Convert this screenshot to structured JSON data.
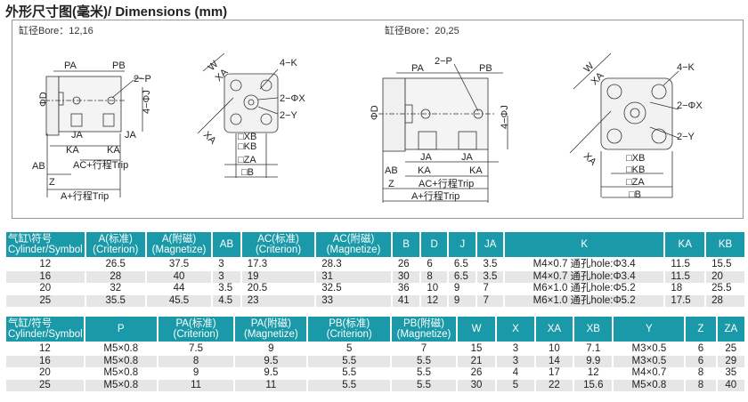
{
  "title": "外形尺寸图(毫米)/ Dimensions (mm)",
  "drawings": {
    "left": {
      "bore_label": "缸径Bore：12,16",
      "side": {
        "PA": "PA",
        "PB": "PB",
        "P": "2−P",
        "D": "ΦD",
        "J": "4−ΦJ",
        "JA1": "JA",
        "JA2": "JA",
        "KA1": "KA",
        "KA2": "KA",
        "AB": "AB",
        "AC": "AC+行程Trip",
        "Z": "Z",
        "A": "A+行程Trip"
      },
      "front": {
        "W": "W",
        "XA1": "XA",
        "K": "4−K",
        "X": "2−ΦX",
        "Y": "2−Y",
        "XA2": "XA",
        "XB": "□XB",
        "KB": "□KB",
        "ZA": "□ZA",
        "B": "□B"
      }
    },
    "right": {
      "bore_label": "缸径Bore：20,25",
      "side": {
        "PA": "PA",
        "PB": "PB",
        "P": "2−P",
        "D": "ΦD",
        "J": "4−ΦJ",
        "JA1": "JA",
        "JA2": "JA",
        "KA1": "KA",
        "KA2": "KA",
        "AB": "AB",
        "AC": "AC+行程Trip",
        "Z": "Z",
        "A": "A+行程Trip"
      },
      "front": {
        "W": "W",
        "XA1": "XA",
        "K": "4−K",
        "X": "2−ΦX",
        "Y": "2−Y",
        "XA2": "XA",
        "XB": "□XB",
        "KB": "□KB",
        "ZA": "□ZA",
        "B": "□B"
      }
    }
  },
  "table1": {
    "headers": [
      [
        "气缸\\符号",
        "Cylinder/Symbol"
      ],
      [
        "A(标准)",
        "(Criterion)"
      ],
      [
        "A(附磁)",
        "(Magnetize)"
      ],
      [
        "AB",
        ""
      ],
      [
        "AC(标准)",
        "(Criterion)"
      ],
      [
        "AC(附磁)",
        "(Magnetize)"
      ],
      [
        "B",
        ""
      ],
      [
        "D",
        ""
      ],
      [
        "J",
        ""
      ],
      [
        "JA",
        ""
      ],
      [
        "K",
        ""
      ],
      [
        "KA",
        ""
      ],
      [
        "KB",
        ""
      ]
    ],
    "rows": [
      [
        "12",
        "26.5",
        "37.5",
        "3",
        "17.3",
        "28.3",
        "26",
        "6",
        "6.5",
        "3.5",
        "M4×0.7 通孔hole:Φ3.4",
        "11.5",
        "15.5"
      ],
      [
        "16",
        "28",
        "40",
        "3",
        "19",
        "31",
        "30",
        "8",
        "6.5",
        "3.5",
        "M4×0.7 通孔hole:Φ3.4",
        "11.5",
        "20"
      ],
      [
        "20",
        "32",
        "44",
        "3.5",
        "20.5",
        "32.5",
        "36",
        "10",
        "9",
        "7",
        "M6×1.0 通孔hole:Φ5.2",
        "18",
        "25.5"
      ],
      [
        "25",
        "35.5",
        "45.5",
        "4.5",
        "23",
        "33",
        "41",
        "12",
        "9",
        "7",
        "M6×1.0 通孔hole:Φ5.2",
        "17.5",
        "28"
      ]
    ]
  },
  "table2": {
    "headers": [
      [
        "气缸/符号",
        "Cylinder/Symbol"
      ],
      [
        "P",
        ""
      ],
      [
        "PA(标准)",
        "(Criterion)"
      ],
      [
        "PA(附磁)",
        "(Magnetize)"
      ],
      [
        "PB(标准)",
        "(Criterion)"
      ],
      [
        "PB(附磁)",
        "(Magnetize)"
      ],
      [
        "W",
        ""
      ],
      [
        "X",
        ""
      ],
      [
        "XA",
        ""
      ],
      [
        "XB",
        ""
      ],
      [
        "Y",
        ""
      ],
      [
        "Z",
        ""
      ],
      [
        "ZA",
        ""
      ]
    ],
    "rows": [
      [
        "12",
        "M5×0.8",
        "7.5",
        "9",
        "5",
        "7",
        "15",
        "3",
        "10",
        "7.1",
        "M3×0.5",
        "6",
        "25"
      ],
      [
        "16",
        "M5×0.8",
        "8",
        "9.5",
        "5.5",
        "5.5",
        "21",
        "3",
        "14",
        "9.9",
        "M3×0.5",
        "6",
        "29"
      ],
      [
        "20",
        "M5×0.8",
        "9",
        "9.5",
        "5.5",
        "5.5",
        "26",
        "4",
        "17",
        "12",
        "M4×0.7",
        "8",
        "35"
      ],
      [
        "25",
        "M5×0.8",
        "11",
        "11",
        "5.5",
        "5.5",
        "30",
        "5",
        "22",
        "15.6",
        "M5×0.8",
        "8",
        "40"
      ]
    ]
  },
  "colors": {
    "header_bg": "#1a9aa8",
    "alt_row": "#e6e6e6"
  }
}
